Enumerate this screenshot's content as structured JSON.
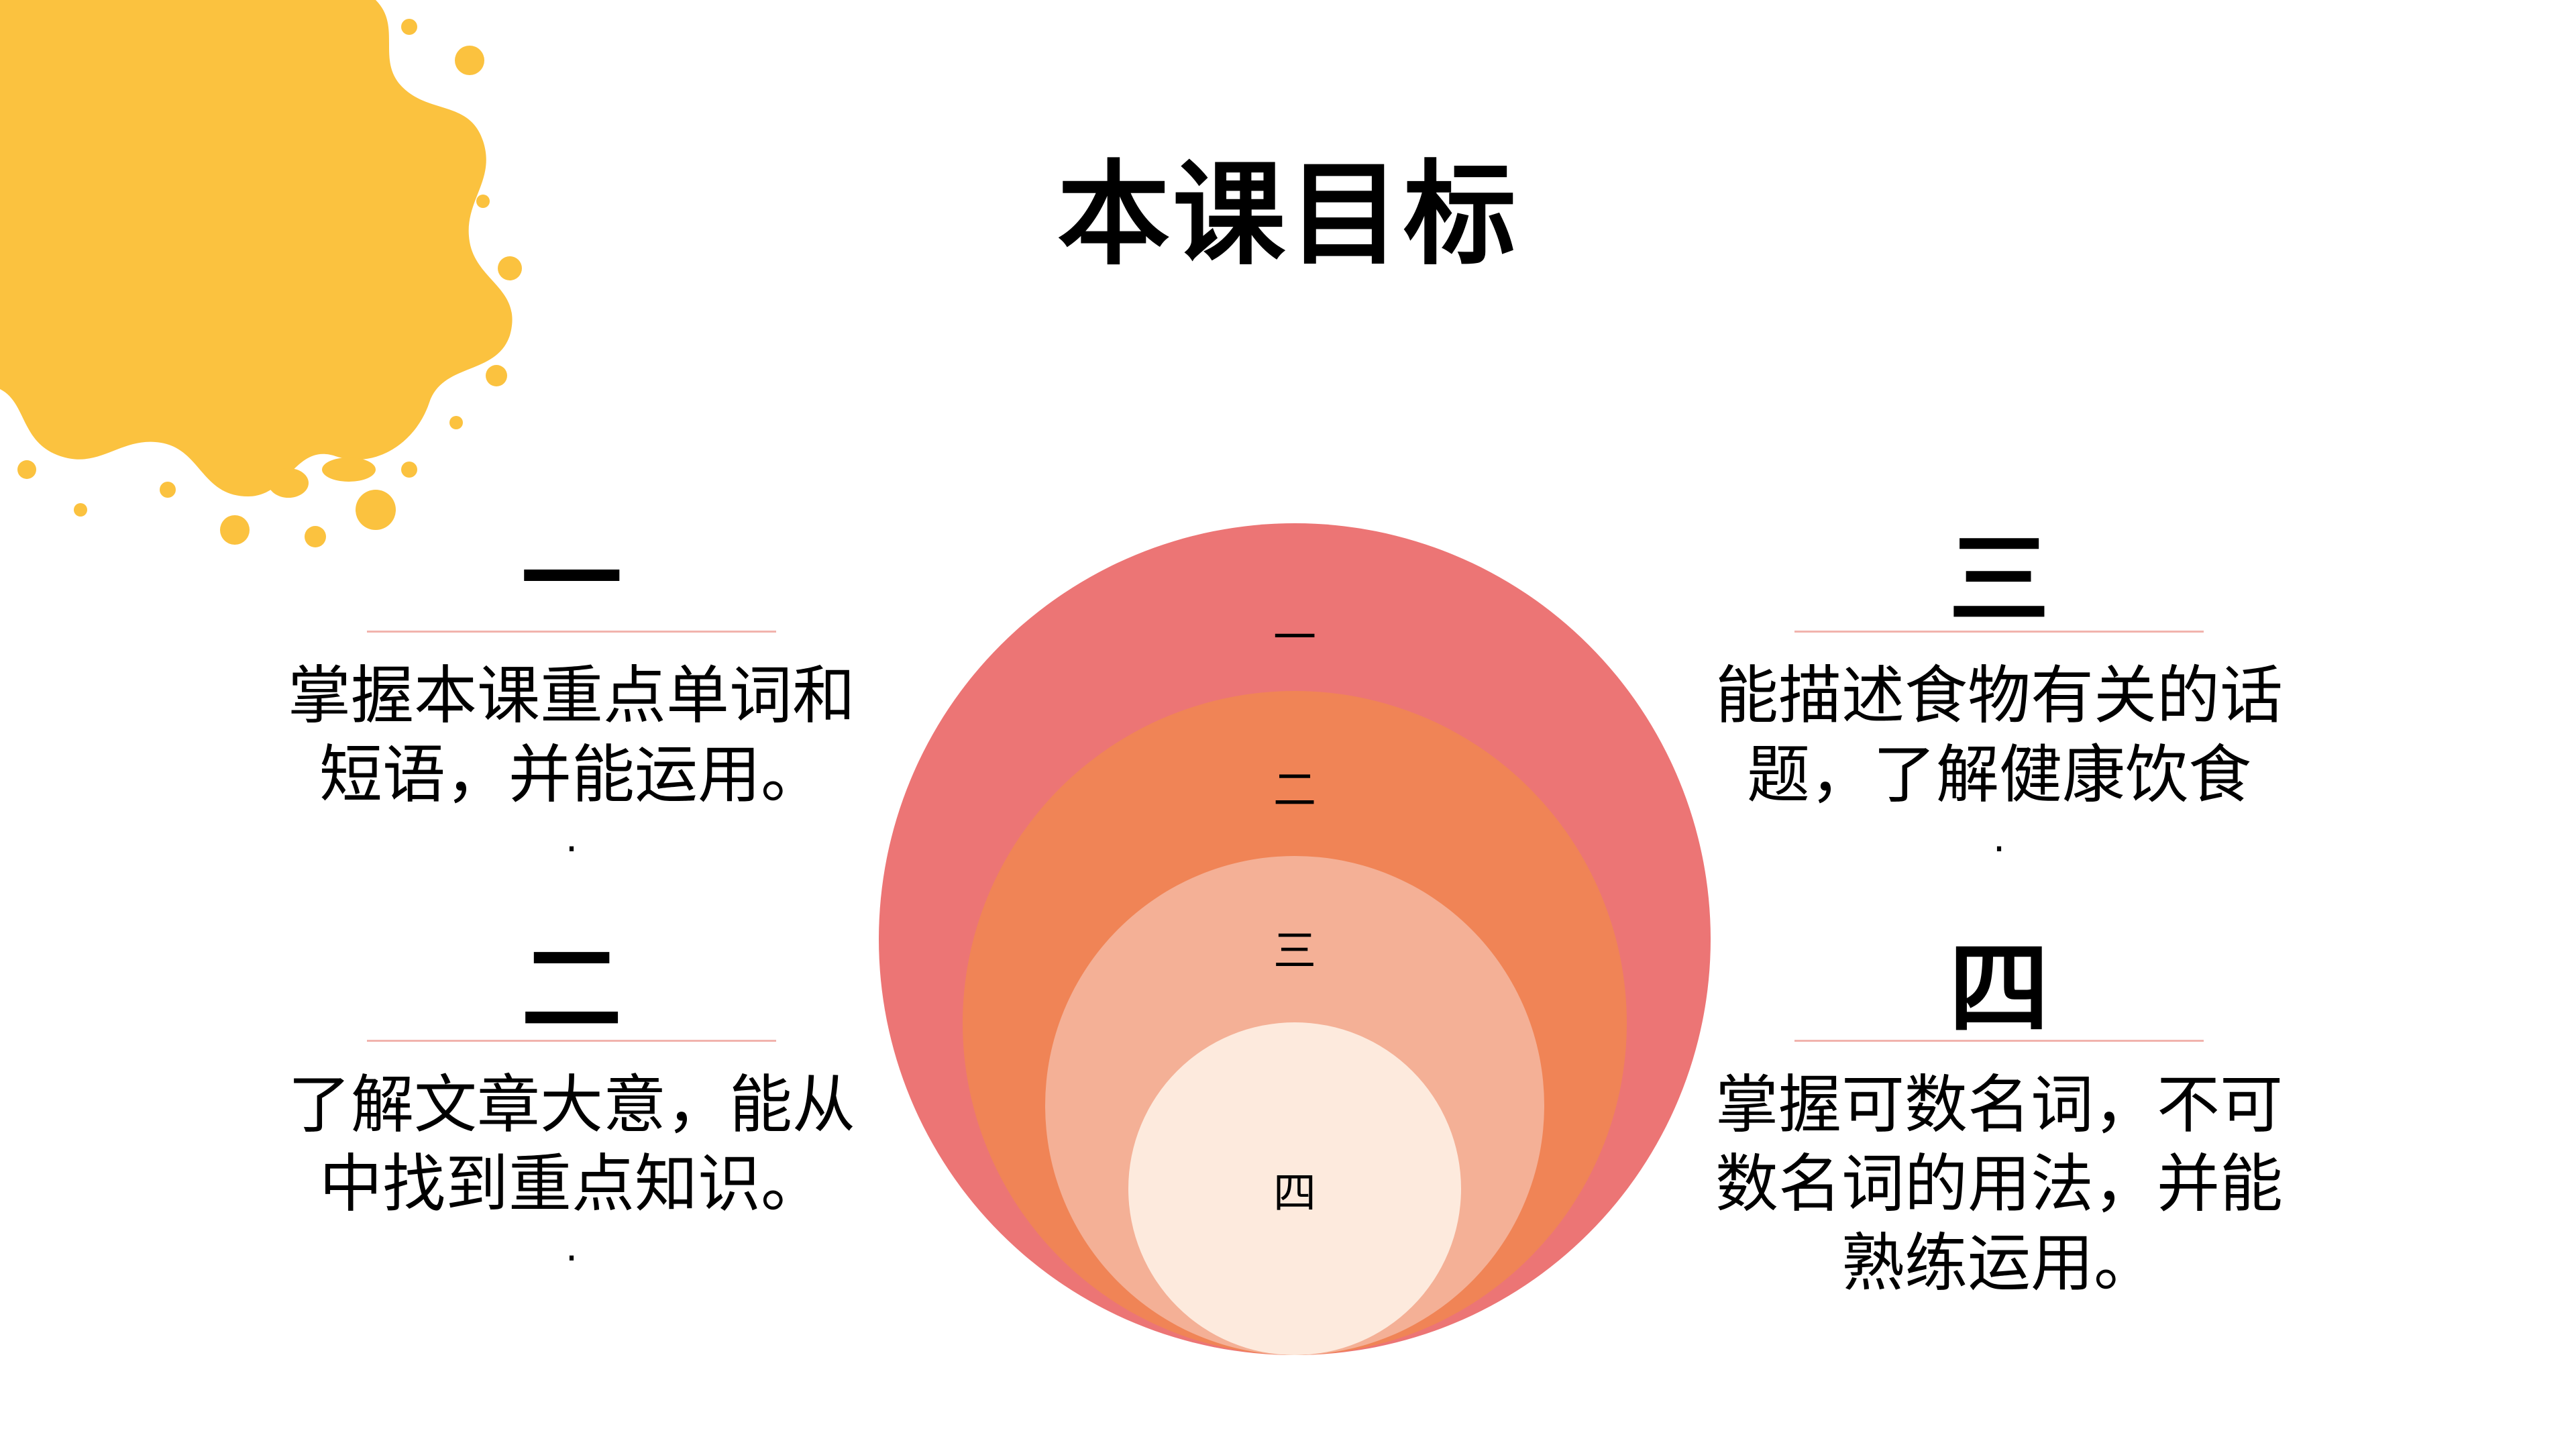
{
  "title": "本课目标",
  "colors": {
    "splash": "#fbc23f",
    "ring_outer": "#ec7575",
    "ring_second": "#f08456",
    "ring_third": "#f4b096",
    "ring_inner": "#fdeadd",
    "divider": "#f1b3ad"
  },
  "circle_labels": [
    "一",
    "二",
    "三",
    "四"
  ],
  "objectives": [
    {
      "number": "一",
      "line1": "掌握本课重点单词和",
      "line2": "短语，并能运用。",
      "line3": "",
      "dot": "."
    },
    {
      "number": "二",
      "line1": "了解文章大意，能从",
      "line2": "中找到重点知识。",
      "line3": "",
      "dot": "."
    },
    {
      "number": "三",
      "line1": "能描述食物有关的话",
      "line2": "题，了解健康饮食",
      "line3": "",
      "dot": "."
    },
    {
      "number": "四",
      "line1": "掌握可数名词，不可",
      "line2": "数名词的用法，并能",
      "line3": "熟练运用。",
      "dot": ""
    }
  ]
}
